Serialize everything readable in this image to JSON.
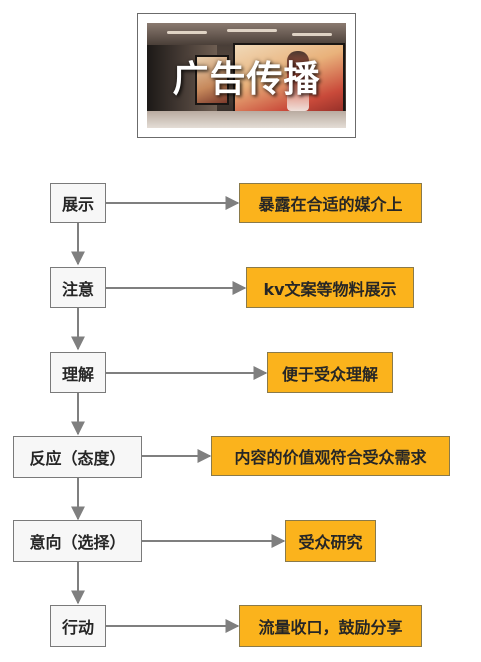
{
  "banner": {
    "title": "广告传播"
  },
  "steps": [
    {
      "label": "展示",
      "description": "暴露在合适的媒介上"
    },
    {
      "label": "注意",
      "description": "kv文案等物料展示"
    },
    {
      "label": "理解",
      "description": "便于受众理解"
    },
    {
      "label": "反应（态度）",
      "description": "内容的价值观符合受众需求"
    },
    {
      "label": "意向（选择）",
      "description": "受众研究"
    },
    {
      "label": "行动",
      "description": "流量收口，鼓励分享"
    }
  ],
  "colors": {
    "step_fill": "#f7f7f7",
    "step_border": "#7a7a7a",
    "description_fill": "#fbb31c",
    "arrow": "#7f7f7f"
  }
}
